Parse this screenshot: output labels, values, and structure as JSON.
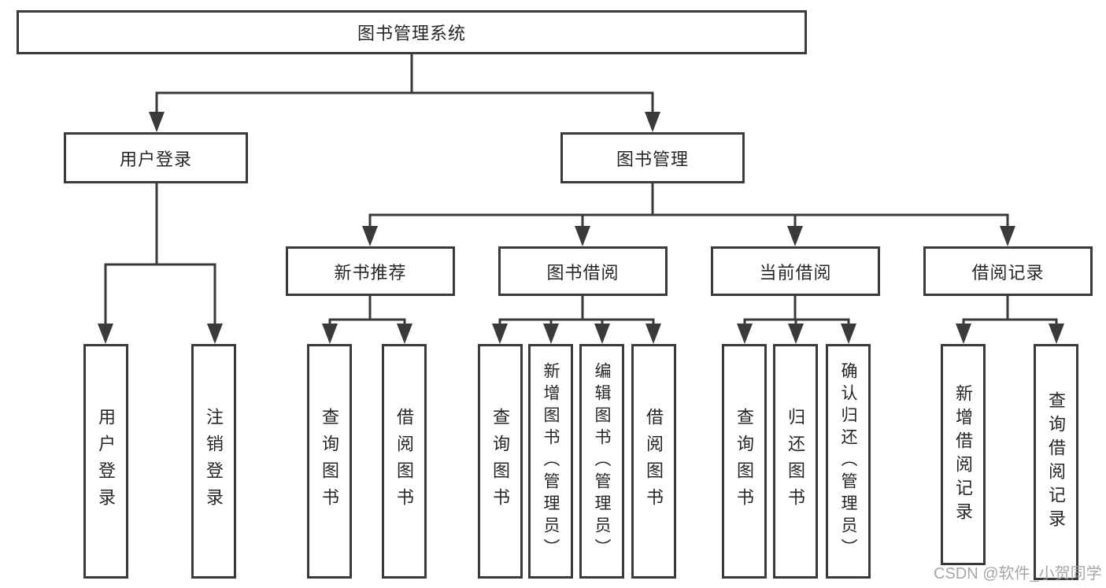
{
  "diagram": {
    "root": "图书管理系统",
    "branches": [
      {
        "label": "用户登录",
        "leaves": [
          "用户登录",
          "注销登录"
        ]
      },
      {
        "label": "图书管理",
        "groups": [
          {
            "label": "新书推荐",
            "leaves": [
              "查询图书",
              "借阅图书"
            ]
          },
          {
            "label": "图书借阅",
            "leaves": [
              "查询图书",
              "新增图书（管理员）",
              "编辑图书（管理员）",
              "借阅图书"
            ]
          },
          {
            "label": "当前借阅",
            "leaves": [
              "查询图书",
              "归还图书",
              "确认归还（管理员）"
            ]
          },
          {
            "label": "借阅记录",
            "leaves": [
              "新增借阅记录",
              "查询借阅记录"
            ]
          }
        ]
      }
    ]
  },
  "watermark": "CSDN @软件_小贺同学",
  "colors": {
    "line": "#3a3a3a",
    "text": "#262626",
    "background": "#ffffff",
    "watermark": "#9ea0a5"
  }
}
